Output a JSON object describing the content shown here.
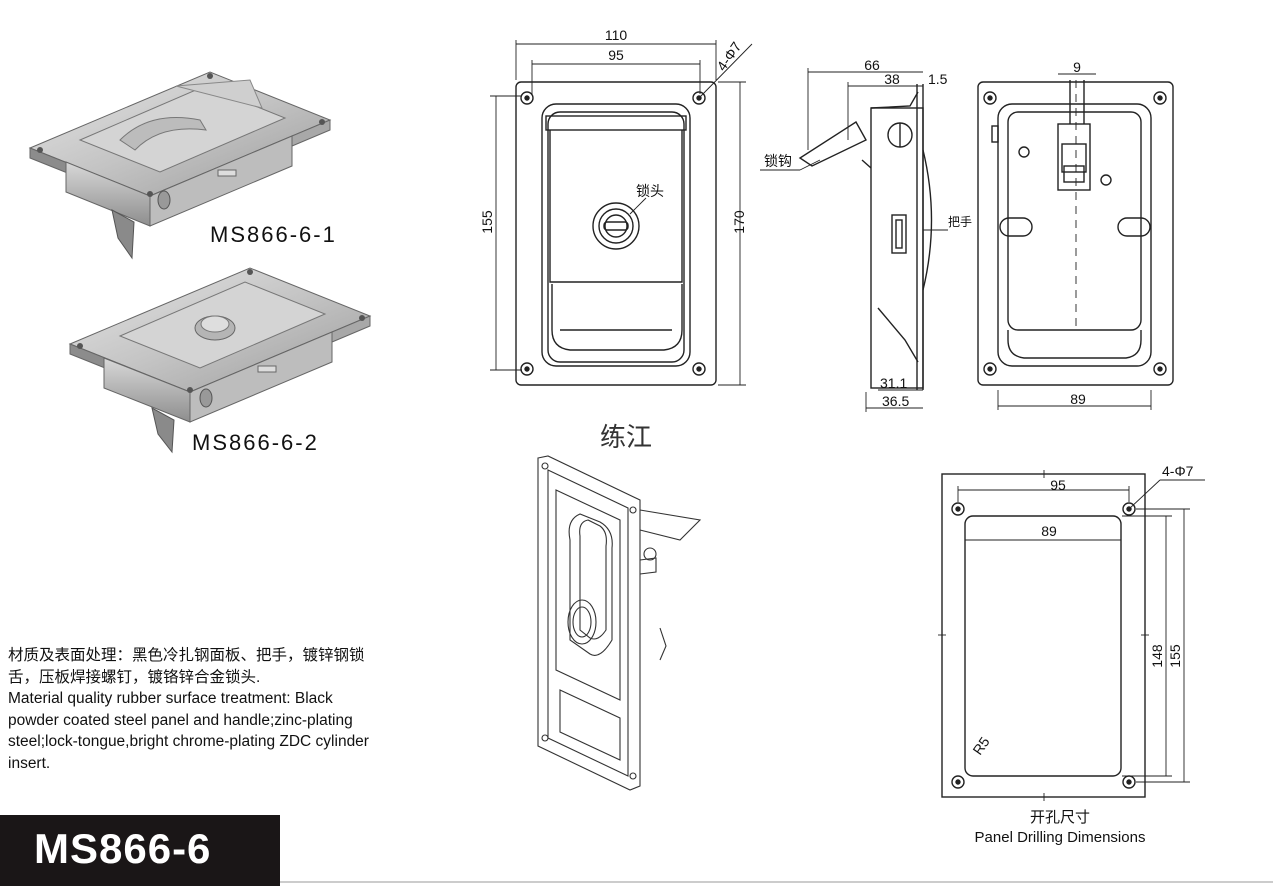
{
  "products": {
    "variant1": "MS866-6-1",
    "variant2": "MS866-6-2"
  },
  "front_view": {
    "dim_outer_width": "110",
    "dim_hole_width": "95",
    "dim_holes": "4-Φ7",
    "dim_hole_height": "155",
    "dim_outer_height": "170",
    "lock_label": "锁头"
  },
  "side_view": {
    "dim_66": "66",
    "dim_38": "38",
    "dim_1_5": "1.5",
    "hook_label": "锁钩",
    "handle_label": "把手",
    "dim_31_1": "31.1",
    "dim_36_5": "36.5"
  },
  "back_view": {
    "dim_tongue": "9",
    "dim_width": "89"
  },
  "brand": "练江",
  "panel": {
    "dim_holes": "4-Φ7",
    "dim_95": "95",
    "dim_89": "89",
    "dim_148": "148",
    "dim_155": "155",
    "dim_radius": "R5",
    "caption_cn": "开孔尺寸",
    "caption_en": "Panel Drilling Dimensions"
  },
  "description": {
    "cn_line1": "材质及表面处理：黑色冷扎钢面板、把手，镀锌钢锁",
    "cn_line2": "舌，压板焊接螺钉，镀铬锌合金锁头.",
    "en_line1": "Material quality rubber surface treatment: Black",
    "en_line2": "powder coated steel panel and handle;zinc-plating",
    "en_line3": "steel;lock-tongue,bright chrome-plating ZDC cylinder",
    "en_line4": "insert."
  },
  "model": "MS866-6"
}
